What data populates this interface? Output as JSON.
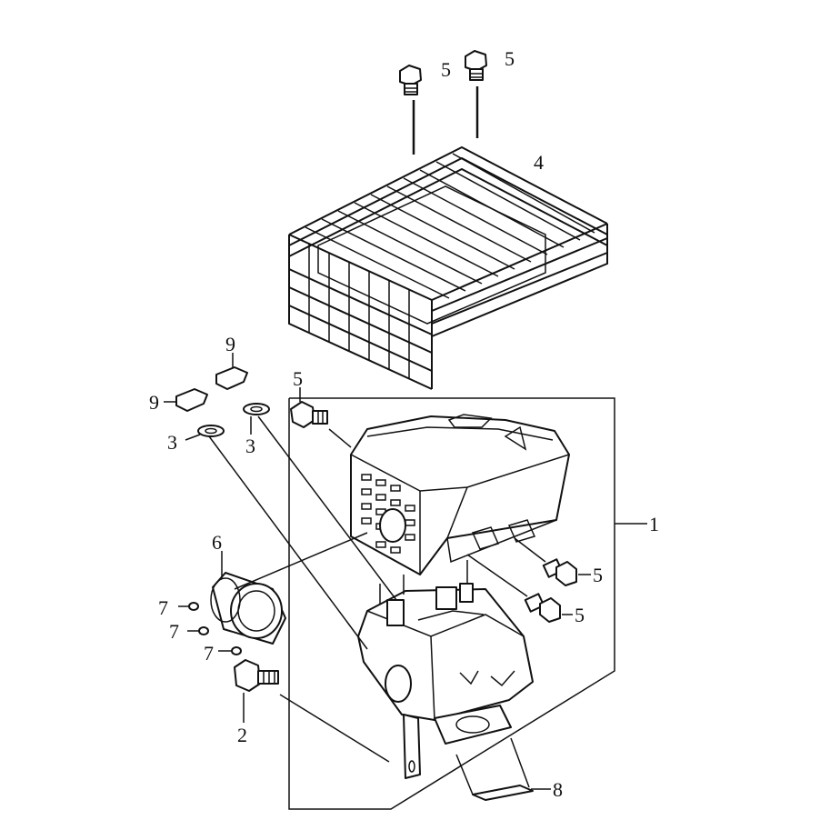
{
  "diagram": {
    "callouts": [
      {
        "id": "c1",
        "label": "1"
      },
      {
        "id": "c2",
        "label": "2"
      },
      {
        "id": "c3a",
        "label": "3"
      },
      {
        "id": "c3b",
        "label": "3"
      },
      {
        "id": "c4",
        "label": "4"
      },
      {
        "id": "c5a",
        "label": "5"
      },
      {
        "id": "c5b",
        "label": "5"
      },
      {
        "id": "c5c",
        "label": "5"
      },
      {
        "id": "c5d",
        "label": "5"
      },
      {
        "id": "c5e",
        "label": "5"
      },
      {
        "id": "c6",
        "label": "6"
      },
      {
        "id": "c7a",
        "label": "7"
      },
      {
        "id": "c7b",
        "label": "7"
      },
      {
        "id": "c7c",
        "label": "7"
      },
      {
        "id": "c8",
        "label": "8"
      },
      {
        "id": "c9a",
        "label": "9"
      },
      {
        "id": "c9b",
        "label": "9"
      }
    ],
    "colors": {
      "line": "#111111",
      "background": "#ffffff"
    }
  }
}
